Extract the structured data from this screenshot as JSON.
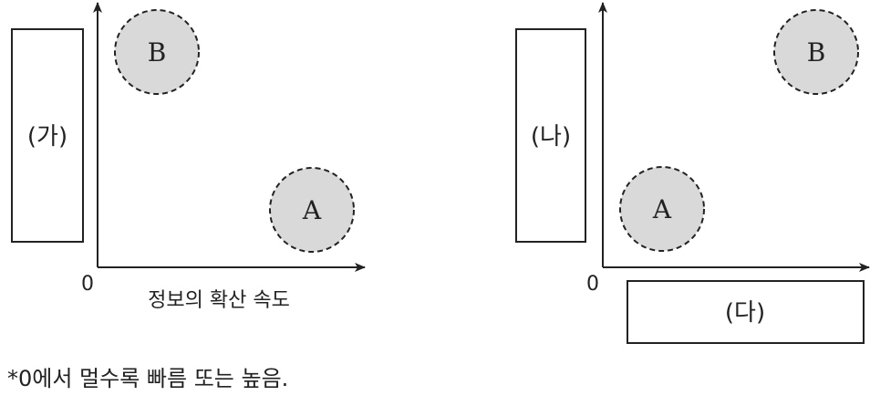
{
  "left_diagram": {
    "box_label": "(가)",
    "origin_label": "0",
    "x_axis_label": "정보의 확산 속도",
    "circles": [
      {
        "label": "B"
      },
      {
        "label": "A"
      }
    ]
  },
  "right_diagram": {
    "box_label": "(나)",
    "bottom_box_label": "(다)",
    "origin_label": "0",
    "circles": [
      {
        "label": "B"
      },
      {
        "label": "A"
      }
    ]
  },
  "footnote": "*0에서 멀수록 빠름 또는 높음.",
  "colors": {
    "circle_fill": "#d9d9d9",
    "stroke": "#222222"
  }
}
